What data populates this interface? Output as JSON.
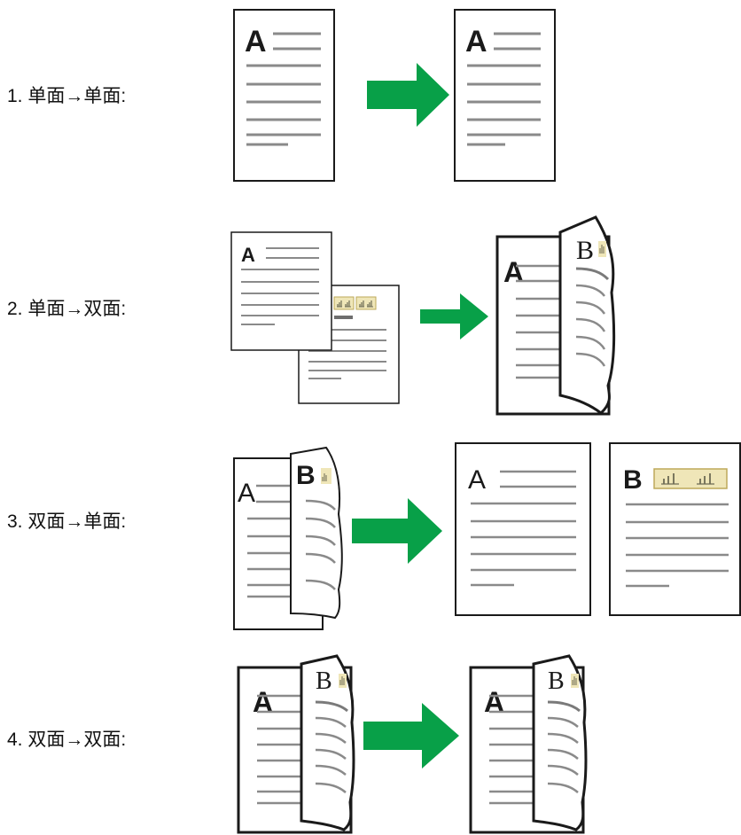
{
  "rows": [
    {
      "label": "1. 单面→单面:"
    },
    {
      "label": "2. 单面→双面:"
    },
    {
      "label": "3. 双面→单面:"
    },
    {
      "label": "4. 双面→双面:"
    }
  ],
  "page_letters": {
    "front": "A",
    "back": "B"
  },
  "colors": {
    "arrow": "#08a048",
    "line": "#8a8a8a",
    "outline": "#1a1a1a",
    "chart_bg": "#efe6b8",
    "background": "#ffffff"
  },
  "icons": [
    "arrow-right-icon",
    "document-page-icon",
    "duplex-page-icon",
    "mini-chart-icon"
  ]
}
